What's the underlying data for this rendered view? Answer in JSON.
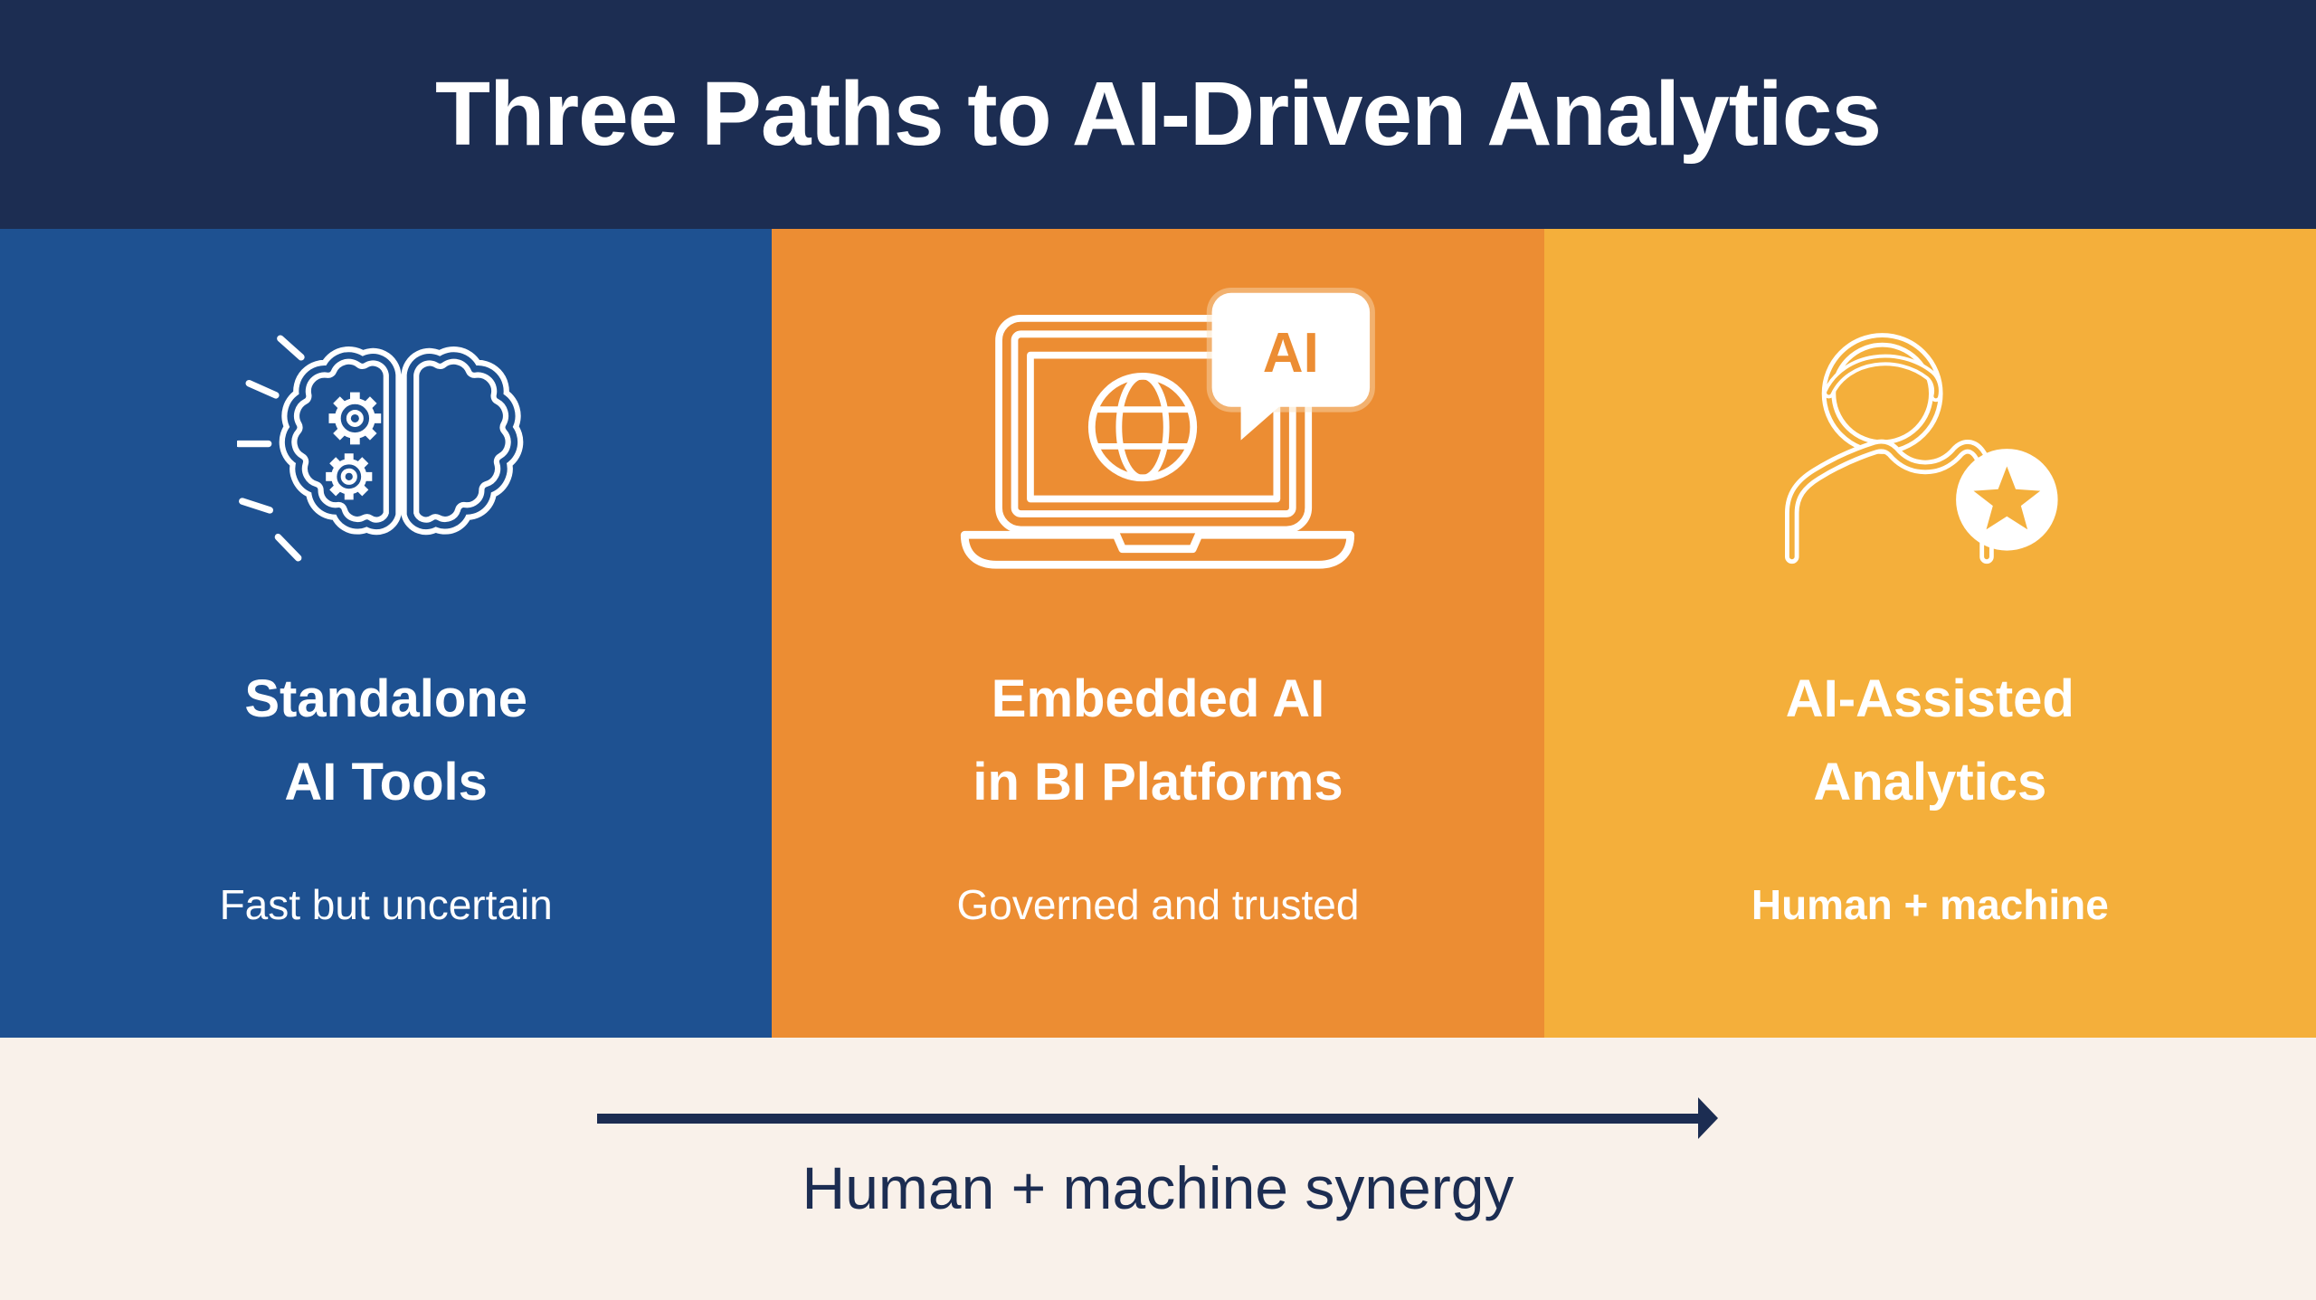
{
  "colors": {
    "navy": "#1C2D52",
    "blue": "#1E5191",
    "orange": "#EC8D33",
    "yellow": "#F4AF3B",
    "cream": "#F9F1EA",
    "white": "#FFFFFF"
  },
  "header": {
    "title": "Three Paths to AI-Driven Analytics"
  },
  "panels": [
    {
      "title_line1": "Standalone",
      "title_line2": "AI Tools",
      "subtitle": "Fast but uncertain",
      "icon": "brain-gears-icon",
      "bg": "#1E5191"
    },
    {
      "title_line1": "Embedded AI",
      "title_line2": "in BI Platforms",
      "subtitle": "Governed and trusted",
      "icon": "laptop-globe-ai-icon",
      "bubble_label": "AI",
      "bg": "#EC8D33"
    },
    {
      "title_line1": "AI-Assisted",
      "title_line2": "Analytics",
      "subtitle": "Human + machine",
      "icon": "person-star-icon",
      "bg": "#F4AF3B"
    }
  ],
  "footer": {
    "caption": "Human + machine synergy",
    "arrow": "right-arrow"
  }
}
